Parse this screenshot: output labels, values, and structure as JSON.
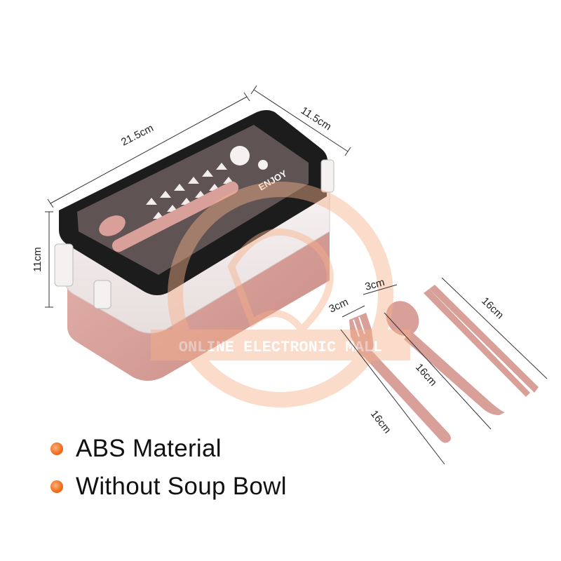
{
  "dimensions": {
    "length": "21.5cm",
    "width": "11.5cm",
    "height": "11cm",
    "fork_width": "3cm",
    "spoon_width": "3cm",
    "fork_length": "16cm",
    "knife_length": "16cm",
    "chopsticks_length": "16cm"
  },
  "lid_label": "ENJOY",
  "watermark": "ONLINE ELECTRONIC MALL",
  "features": [
    {
      "label": "ABS Material"
    },
    {
      "label": "Without Soup Bowl"
    }
  ],
  "colors": {
    "product_pink": "#d9a09a",
    "lid_black": "#1c1c1c",
    "box_white": "#f4eeee",
    "bullet_orange": "#f26a1b",
    "watermark_orange": "#f7b08a"
  }
}
